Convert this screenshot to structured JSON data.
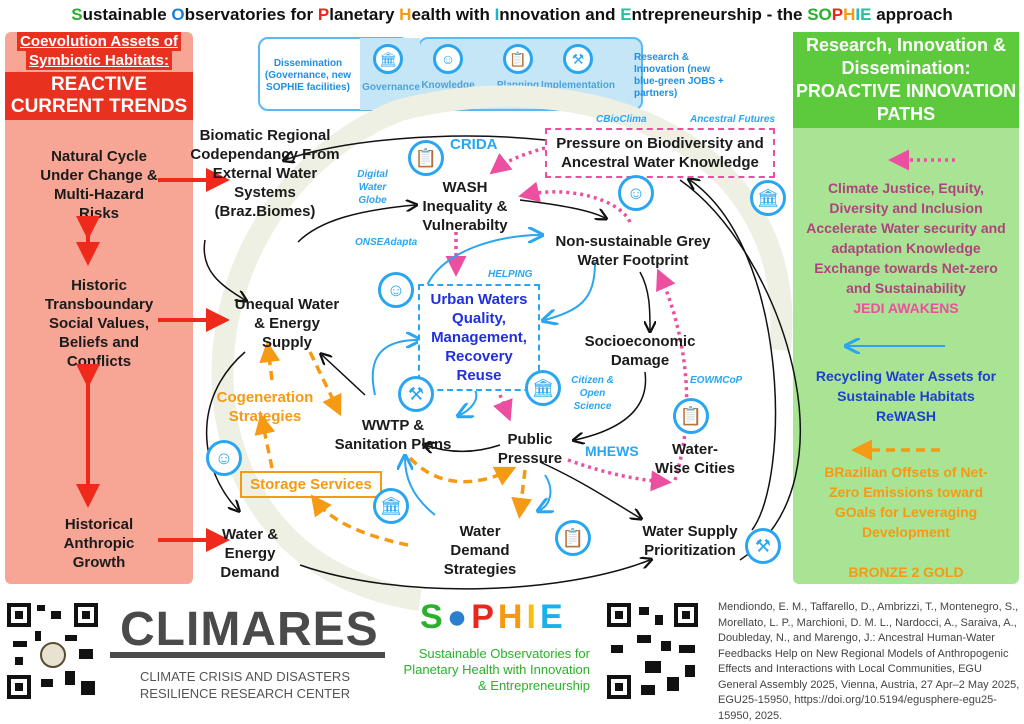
{
  "title": {
    "parts": [
      {
        "t": "S",
        "c": "g"
      },
      {
        "t": "ustainable ",
        "c": ""
      },
      {
        "t": "O",
        "c": "b"
      },
      {
        "t": "bservatories for ",
        "c": ""
      },
      {
        "t": "P",
        "c": "r"
      },
      {
        "t": "lanetary ",
        "c": ""
      },
      {
        "t": "H",
        "c": "o"
      },
      {
        "t": "ealth with ",
        "c": ""
      },
      {
        "t": "I",
        "c": "c"
      },
      {
        "t": "nnovation and ",
        "c": ""
      },
      {
        "t": "E",
        "c": "t"
      },
      {
        "t": "ntrepreneurship - the ",
        "c": ""
      },
      {
        "t": "SO",
        "c": "g"
      },
      {
        "t": "P",
        "c": "r"
      },
      {
        "t": "H",
        "c": "o"
      },
      {
        "t": "I",
        "c": "c"
      },
      {
        "t": "E",
        "c": "t"
      },
      {
        "t": " approach",
        "c": ""
      }
    ]
  },
  "left_panel": {
    "header_line1": "Coevolution Assets of",
    "header_line2": "Symbiotic Habitats:",
    "header_big": "REACTIVE CURRENT TRENDS",
    "items": [
      "Natural Cycle Under Change & Multi-Hazard Risks",
      "Historic Transboundary Social Values, Beliefs and Conflicts",
      "Historical Anthropic Growth"
    ]
  },
  "right_panel": {
    "header": "Research, Innovation & Dissemination: PROACTIVE INNOVATION PATHS",
    "jedi": "Climate Justice, Equity, Diversity and Inclusion Accelerate Water security and adaptation Knowledge Exchange towards Net-zero and Sustainability",
    "jedi_label": "JEDI AWAKENS",
    "rewash": "Recycling Water Assets for Sustainable Habitats",
    "rewash_label": "ReWASH",
    "bronze": "BRazilian Offsets of Net-Zero Emissions toward GOals for Leveraging Development",
    "bronze_label": "BRONZE 2 GOLD"
  },
  "top_bar": {
    "dissemination": "Dissemination (Governance, new SOPHIE facilities)",
    "governance": "Governance",
    "knowledge": "Knowledge & Capacity",
    "planning": "Planning Tools",
    "implementation": "Implementation Tools",
    "research": "Research & Innovation (new blue-green JOBS + partners)"
  },
  "nodes": {
    "biomatic": "Biomatic Regional Codependancy From External Water Systems (Braz.Biomes)",
    "wash": "WASH Inequality & Vulnerabilty",
    "pressure_bio": "Pressure on Biodiversity and Ancestral Water Knowledge",
    "grey": "Non-sustainable Grey Water Footprint",
    "unequal": "Unequal Water & Energy Supply",
    "urban": "Urban Waters Quality, Management, Recovery Reuse",
    "socio": "Socioeconomic Damage",
    "cogeneration": "Cogeneration Strategies",
    "wwtp": "WWTP & Sanitation Plans",
    "public": "Public Pressure",
    "waterwise": "Water-Wise Cities",
    "storage": "Storage Services",
    "demand": "Water & Energy Demand",
    "wds": "Water Demand Strategies",
    "wsp": "Water Supply Prioritization"
  },
  "tags": {
    "crida": "CRIDA",
    "cbioclima": "CBioClima",
    "ancestral": "Ancestral Futures",
    "digital": "Digital Water Globe",
    "onse": "ONSEAdapta",
    "helping": "HELPING",
    "citizen": "Citizen & Open Science",
    "eowm": "EOWMCoP",
    "mhews": "MHEWS"
  },
  "footer": {
    "climares": "CLIMARES",
    "climares_sub1": "CLIMATE CRISIS AND DISASTERS",
    "climares_sub2": "RESILIENCE RESEARCH CENTER",
    "sophie_logo": "SOPHIE",
    "sophie_sub": "Sustainable Observatories for Planetary Health with Innovation & Entrepreneurship",
    "citation": "Mendiondo, E. M., Taffarello, D., Ambrizzi, T., Montenegro, S., Morellato, L. P., Marchioni, D. M. L., Nardocci, A., Saraiva, A., Doubleday, N., and Marengo, J.: Ancestral Human-Water Feedbacks Help on New Regional Models of Anthropogenic Effects and Interactions with Local Communities, EGU General Assembly 2025, Vienna, Austria, 27 Apr–2 May 2025, EGU25-15950, https://doi.org/10.5194/egusphere-egu25-15950, 2025."
  },
  "colors": {
    "reactive": "#e8321f",
    "proactive": "#5dc93c",
    "pink": "#ec4fa0",
    "blue": "#2aa6f0",
    "orange": "#f59a12"
  }
}
